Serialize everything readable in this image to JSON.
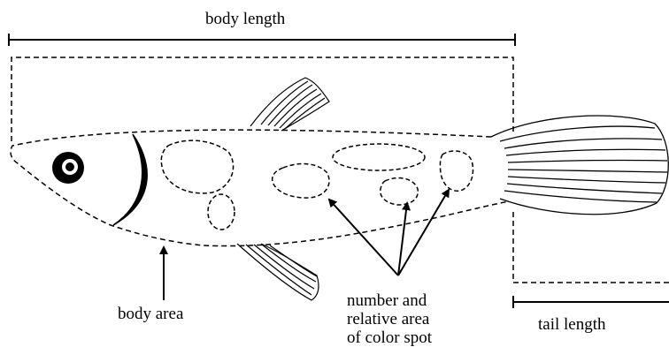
{
  "labels": {
    "body_length": "body length",
    "body_area": "body area",
    "spot_line1": "number and",
    "spot_line2": "relative area",
    "spot_line3": "of color spot",
    "tail_length": "tail length"
  },
  "colors": {
    "stroke": "#000000",
    "background": "#ffffff"
  }
}
